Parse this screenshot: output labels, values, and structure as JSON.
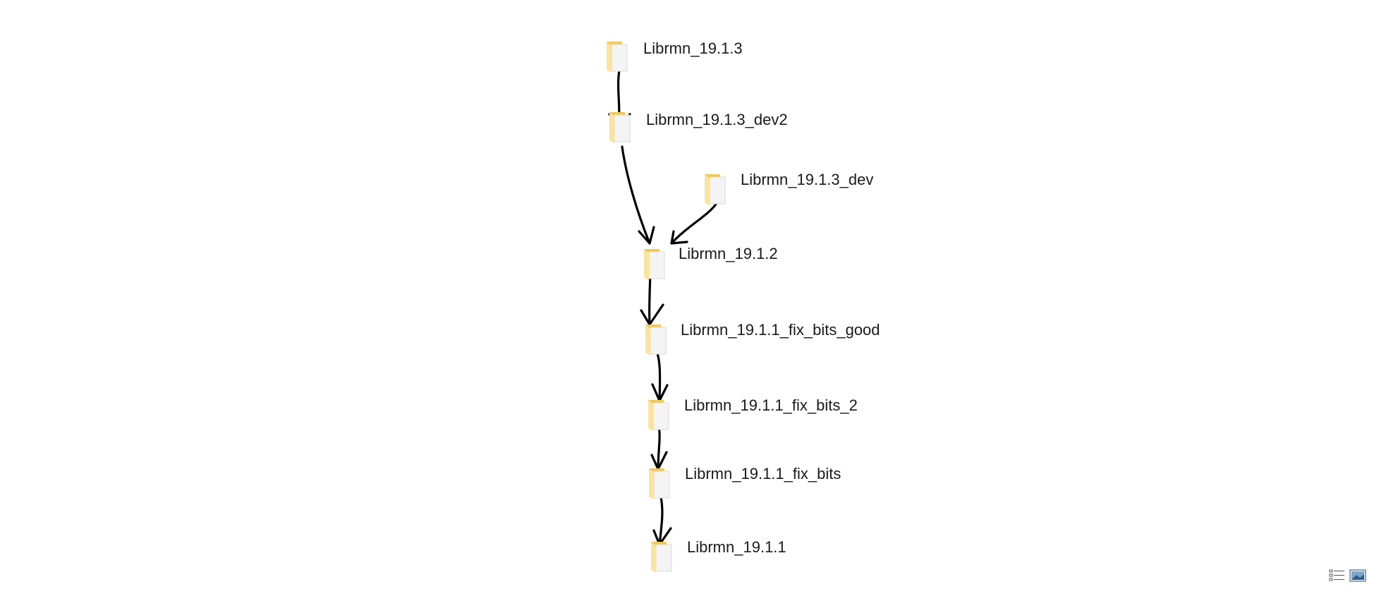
{
  "folders": [
    {
      "name": "Librmn_19.1.3"
    },
    {
      "name": "Librmn_19.1.3_dev2"
    },
    {
      "name": "Librmn_19.1.3_dev"
    },
    {
      "name": "Librmn_19.1.2"
    },
    {
      "name": "Librmn_19.1.1_fix_bits_good"
    },
    {
      "name": "Librmn_19.1.1_fix_bits_2"
    },
    {
      "name": "Librmn_19.1.1_fix_bits"
    },
    {
      "name": "Librmn_19.1.1"
    }
  ],
  "icons": {
    "folder": "folder-icon",
    "details_view": "details-view-icon",
    "large_icons_view": "large-icons-view-icon"
  },
  "colors": {
    "background": "#ffffff",
    "folder_back": "#f2c94c",
    "folder_front": "#fbe49a",
    "paper": "#f4f4f4",
    "arrow": "#000000",
    "text": "#1a1a1a"
  }
}
